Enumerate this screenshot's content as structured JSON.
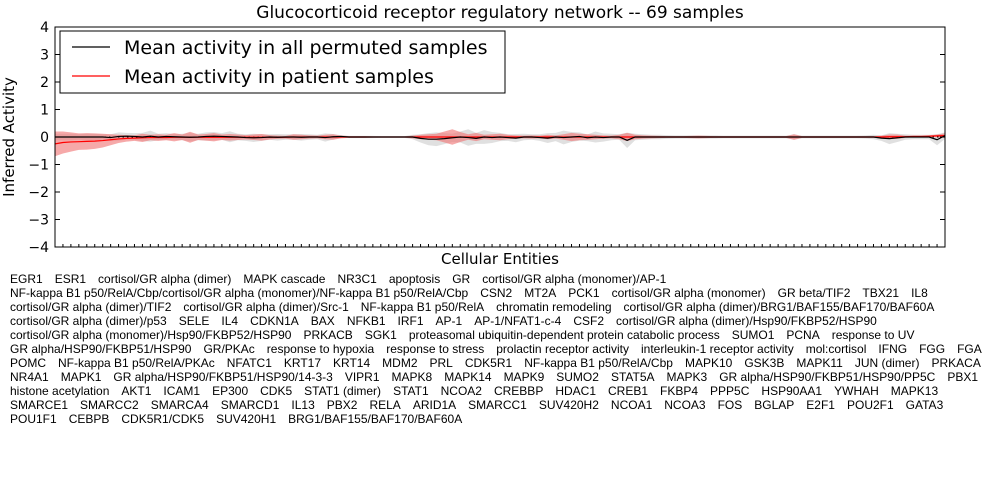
{
  "chart_data": {
    "type": "line",
    "title": "Glucocorticoid receptor regulatory network -- 69 samples",
    "xlabel": "Cellular Entities",
    "ylabel": "Inferred Activity",
    "ylim": [
      -4,
      4
    ],
    "yticks": [
      "4",
      "3",
      "2",
      "1",
      "0",
      "−1",
      "−2",
      "−3",
      "−4"
    ],
    "grid": false,
    "legend_position": "top-left",
    "colors": {
      "permuted_line": "#000000",
      "permuted_band": "#bbbbbb",
      "patient_line": "#ff0000",
      "patient_band": "#f07070",
      "zero_line": "#000000"
    },
    "categories": [
      "EGR1",
      "ESR1",
      "cortisol/GR alpha (dimer)",
      "MAPK cascade",
      "NR3C1",
      "apoptosis",
      "GR",
      "cortisol/GR alpha (monomer)/AP-1",
      "NF-kappa B1 p50/RelA/Cbp/cortisol/GR alpha (monomer)/NF-kappa B1 p50/RelA/Cbp",
      "CSN2",
      "MT2A",
      "PCK1",
      "cortisol/GR alpha (monomer)",
      "GR beta/TIF2",
      "TBX21",
      "IL8",
      "cortisol/GR alpha (dimer)/TIF2",
      "cortisol/GR alpha (dimer)/Src-1",
      "NF-kappa B1 p50/RelA",
      "chromatin remodeling",
      "cortisol/GR alpha (dimer)/BRG1/BAF155/BAF170/BAF60A",
      "cortisol/GR alpha (dimer)/p53",
      "SELE",
      "IL4",
      "CDKN1A",
      "BAX",
      "NFKB1",
      "IRF1",
      "AP-1",
      "AP-1/NFAT1-c-4",
      "CSF2",
      "cortisol/GR alpha (dimer)/Hsp90/FKBP52/HSP90",
      "cortisol/GR alpha (monomer)/Hsp90/FKBP52/HSP90",
      "PRKACB",
      "SGK1",
      "proteasomal ubiquitin-dependent protein catabolic process",
      "SUMO1",
      "PCNA",
      "response to UV",
      "GR alpha/HSP90/FKBP51/HSP90",
      "GR/PKAc",
      "response to hypoxia",
      "response to stress",
      "prolactin receptor activity",
      "interleukin-1 receptor activity",
      "mol:cortisol",
      "IFNG",
      "FGG",
      "FGA",
      "POMC",
      "NF-kappa B1 p50/RelA/PKAc",
      "NFATC1",
      "KRT17",
      "KRT14",
      "MDM2",
      "PRL",
      "CDK5R1",
      "NF-kappa B1 p50/RelA/Cbp",
      "MAPK10",
      "GSK3B",
      "MAPK11",
      "JUN (dimer)",
      "PRKACA",
      "NR4A1",
      "MAPK1",
      "GR alpha/HSP90/FKBP51/HSP90/14-3-3",
      "VIPR1",
      "MAPK8",
      "MAPK14",
      "MAPK9",
      "SUMO2",
      "STAT5A",
      "MAPK3",
      "GR alpha/HSP90/FKBP51/HSP90/PP5C",
      "PBX1",
      "histone acetylation",
      "AKT1",
      "ICAM1",
      "EP300",
      "CDK5",
      "STAT1 (dimer)",
      "STAT1",
      "NCOA2",
      "CREBBP",
      "HDAC1",
      "CREB1",
      "FKBP4",
      "PPP5C",
      "HSP90AA1",
      "YWHAH",
      "MAPK13",
      "SMARCE1",
      "SMARCC2",
      "SMARCA4",
      "SMARCD1",
      "IL13",
      "PBX2",
      "RELA",
      "ARID1A",
      "SMARCC1",
      "SUV420H2",
      "NCOA1",
      "NCOA3",
      "FOS",
      "BGLAP",
      "E2F1",
      "POU2F1",
      "GATA3",
      "POU1F1",
      "CEBPB",
      "CDK5R1/CDK5",
      "SUV420H1",
      "BRG1/BAF155/BAF170/BAF60A"
    ],
    "series": [
      {
        "name": "Mean activity in all permuted samples",
        "values": [
          0,
          0,
          0,
          0,
          0,
          0,
          0,
          -0.02,
          0.02,
          0.03,
          0.02,
          0,
          0.03,
          0,
          0.02,
          0.01,
          0,
          -0.01,
          0,
          0.02,
          0.03,
          0.02,
          0.01,
          0,
          -0.02,
          -0.03,
          -0.02,
          0,
          -0.01,
          0,
          0,
          -0.01,
          0,
          0,
          -0.02,
          0.01,
          0.02,
          0,
          0,
          0,
          0,
          0,
          0,
          0,
          0,
          0,
          -0.05,
          -0.08,
          -0.08,
          -0.06,
          -0.03,
          0,
          -0.02,
          -0.05,
          0,
          -0.02,
          0,
          -0.02,
          -0.04,
          0,
          0,
          -0.02,
          -0.04,
          0,
          -0.02,
          0,
          0.02,
          -0.03,
          0,
          -0.02,
          0,
          0,
          -0.12,
          0,
          0,
          0,
          0,
          0,
          0,
          0,
          0,
          0,
          0,
          0,
          0,
          0,
          0,
          0,
          0,
          0,
          0,
          0,
          0,
          0,
          0,
          0,
          0,
          0,
          0,
          0,
          0,
          0,
          0,
          0,
          -0.04,
          -0.06,
          -0.03,
          0,
          0,
          0,
          0,
          -0.1,
          0.05
        ],
        "band_halfwidth": [
          0.12,
          0.12,
          0.12,
          0.1,
          0.12,
          0.12,
          0.1,
          0.12,
          0.15,
          0.12,
          0.12,
          0.15,
          0.2,
          0.12,
          0.12,
          0.1,
          0.12,
          0.15,
          0.12,
          0.15,
          0.15,
          0.12,
          0.2,
          0.12,
          0.12,
          0.15,
          0.12,
          0.1,
          0.12,
          0.1,
          0.1,
          0.12,
          0.1,
          0.08,
          0.15,
          0.1,
          0.05,
          0.04,
          0.04,
          0.04,
          0.04,
          0.03,
          0.03,
          0.03,
          0.03,
          0.08,
          0.15,
          0.22,
          0.25,
          0.2,
          0.15,
          0.2,
          0.3,
          0.2,
          0.25,
          0.2,
          0.15,
          0.12,
          0.15,
          0.12,
          0.1,
          0.12,
          0.18,
          0.15,
          0.25,
          0.18,
          0.15,
          0.12,
          0.2,
          0.15,
          0.12,
          0.1,
          0.28,
          0.12,
          0.1,
          0.08,
          0.08,
          0.07,
          0.06,
          0.06,
          0.06,
          0.06,
          0.06,
          0.06,
          0.05,
          0.05,
          0.05,
          0.05,
          0.05,
          0.05,
          0.05,
          0.05,
          0.05,
          0.1,
          0.05,
          0.05,
          0.05,
          0.05,
          0.05,
          0.05,
          0.05,
          0.05,
          0.06,
          0.08,
          0.1,
          0.2,
          0.15,
          0.1,
          0.08,
          0.08,
          0.08,
          0.2,
          0.12
        ]
      },
      {
        "name": "Mean activity in patient samples",
        "values": [
          -0.25,
          -0.2,
          -0.18,
          -0.17,
          -0.16,
          -0.15,
          -0.13,
          -0.1,
          -0.07,
          -0.05,
          -0.04,
          -0.03,
          -0.02,
          -0.02,
          -0.02,
          -0.01,
          -0.01,
          -0.01,
          -0.01,
          -0.01,
          -0.01,
          -0.01,
          -0.01,
          -0.01,
          -0.01,
          -0.01,
          -0.01,
          -0.01,
          -0.01,
          -0.01,
          0,
          0,
          0,
          0,
          0,
          0,
          0,
          0,
          0,
          0,
          0,
          0,
          0,
          0,
          0,
          0,
          0,
          0,
          0,
          0,
          0,
          0,
          0,
          0,
          0,
          0,
          0,
          0,
          0,
          0,
          0,
          0,
          0,
          0,
          0,
          0,
          0,
          0,
          0,
          0,
          0,
          0,
          0,
          0,
          0,
          0,
          0,
          0,
          0,
          0,
          0,
          0,
          0,
          0,
          0,
          0,
          0,
          0,
          0,
          0,
          0,
          0,
          0,
          0,
          0,
          0,
          0,
          0,
          0,
          0,
          0,
          0,
          0,
          0,
          0,
          0.01,
          0.01,
          0.01,
          0.02,
          0.02,
          0.03,
          0.04,
          0.05
        ],
        "band_halfwidth": [
          0.45,
          0.4,
          0.35,
          0.3,
          0.3,
          0.28,
          0.25,
          0.2,
          0.15,
          0.12,
          0.1,
          0.15,
          0.1,
          0.12,
          0.1,
          0.15,
          0.1,
          0.2,
          0.1,
          0.12,
          0.15,
          0.1,
          0.12,
          0.1,
          0.08,
          0.1,
          0.12,
          0.08,
          0.06,
          0.05,
          0.1,
          0.08,
          0.06,
          0.05,
          0.08,
          0.1,
          0.05,
          0.03,
          0.03,
          0.03,
          0.02,
          0.02,
          0.02,
          0.02,
          0.02,
          0.05,
          0.08,
          0.1,
          0.12,
          0.2,
          0.28,
          0.18,
          0.1,
          0.15,
          0.08,
          0.1,
          0.12,
          0.08,
          0.06,
          0.05,
          0.06,
          0.05,
          0.08,
          0.06,
          0.1,
          0.15,
          0.12,
          0.1,
          0.08,
          0.06,
          0.05,
          0.08,
          0.15,
          0.08,
          0.06,
          0.05,
          0.04,
          0.03,
          0.03,
          0.03,
          0.04,
          0.05,
          0.04,
          0.03,
          0.03,
          0.03,
          0.03,
          0.03,
          0.03,
          0.03,
          0.03,
          0.03,
          0.03,
          0.1,
          0.03,
          0.03,
          0.03,
          0.03,
          0.03,
          0.03,
          0.03,
          0.03,
          0.03,
          0.03,
          0.05,
          0.08,
          0.08,
          0.04,
          0.03,
          0.03,
          0.03,
          0.05,
          0.08
        ]
      }
    ]
  }
}
